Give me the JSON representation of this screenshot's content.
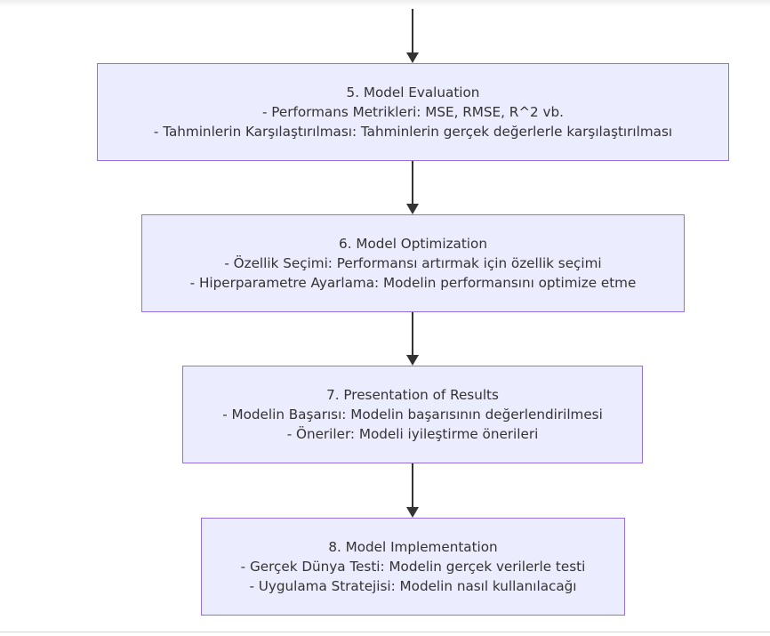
{
  "diagram": {
    "nodes": [
      {
        "id": "5",
        "lines": [
          "5. Model Evaluation",
          "- Performans Metrikleri: MSE, RMSE, R^2 vb.",
          "- Tahminlerin Karşılaştırılması: Tahminlerin gerçek değerlerle karşılaştırılması"
        ]
      },
      {
        "id": "6",
        "lines": [
          "6. Model Optimization",
          "- Özellik Seçimi: Performansı artırmak için özellik seçimi",
          "- Hiperparametre Ayarlama: Modelin performansını optimize etme"
        ]
      },
      {
        "id": "7",
        "lines": [
          "7. Presentation of Results",
          "- Modelin Başarısı: Modelin başarısının değerlendirilmesi",
          "- Öneriler: Modeli iyileştirme önerileri"
        ]
      },
      {
        "id": "8",
        "lines": [
          "8. Model Implementation",
          "- Gerçek Dünya Testi: Modelin gerçek verilerle testi",
          "- Uygulama Stratejisi: Modelin nasıl kullanılacağı"
        ]
      }
    ],
    "edges": [
      {
        "from": "prev",
        "to": "5"
      },
      {
        "from": "5",
        "to": "6"
      },
      {
        "from": "6",
        "to": "7"
      },
      {
        "from": "7",
        "to": "8"
      }
    ],
    "colors": {
      "node_fill": "#ececff",
      "node_border": "#9370db",
      "text": "#333333",
      "arrow": "#333333"
    }
  }
}
